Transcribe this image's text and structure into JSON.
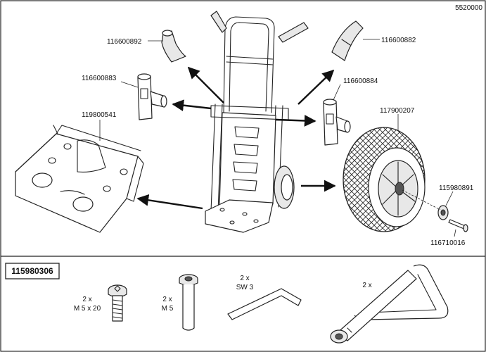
{
  "drawing_number": "5520000",
  "parts": {
    "handle_grip": "116600892",
    "bracket_left": "116600883",
    "platform": "119800541",
    "wheel_guard": "116600882",
    "bracket_right": "116600884",
    "wheel": "117900207",
    "hub_cap": "115980891",
    "axle_bolt": "116710016"
  },
  "kit": {
    "number": "115980306",
    "items": [
      {
        "qty": "2 x",
        "desc": "M 5 x 20",
        "icon": "screw-icon"
      },
      {
        "qty": "2 x",
        "desc": "M 5",
        "icon": "sleeve-nut-icon"
      },
      {
        "qty": "2 x",
        "desc": "SW 3",
        "icon": "hex-key-icon"
      },
      {
        "qty": "2 x",
        "desc": "",
        "icon": "handle-tube-icon"
      }
    ]
  }
}
